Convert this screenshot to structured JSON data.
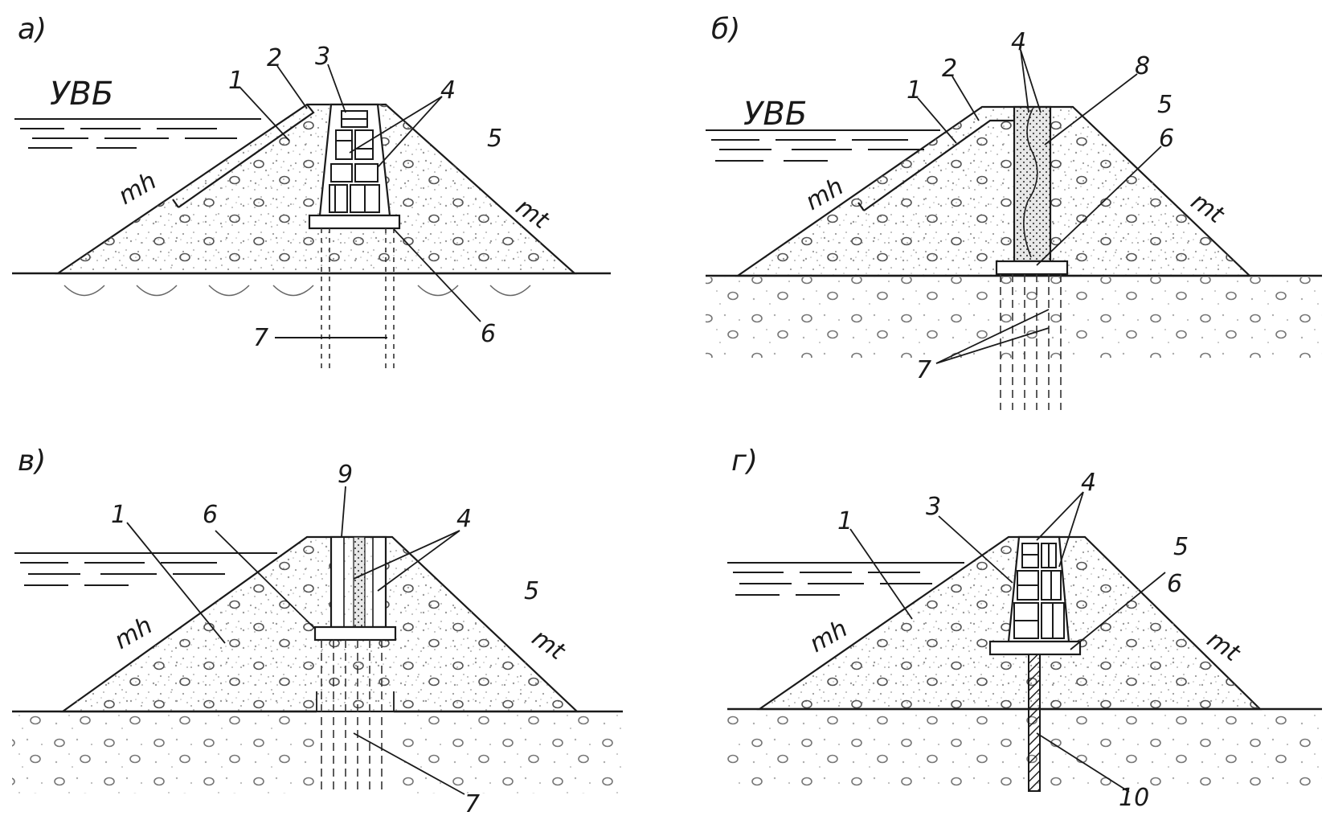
{
  "panels": [
    {
      "id": "a",
      "label": "а)",
      "water_label": "УВБ",
      "slope_up": "mh",
      "slope_down": "mt",
      "callouts": [
        "1",
        "2",
        "3",
        "4",
        "5",
        "6",
        "7"
      ]
    },
    {
      "id": "b",
      "label": "б)",
      "water_label": "УВБ",
      "slope_up": "mh",
      "slope_down": "mt",
      "callouts": [
        "1",
        "2",
        "4",
        "8",
        "5",
        "6",
        "7"
      ]
    },
    {
      "id": "v",
      "label": "в)",
      "slope_up": "mh",
      "slope_down": "mt",
      "callouts": [
        "1",
        "6",
        "9",
        "4",
        "5",
        "7"
      ]
    },
    {
      "id": "g",
      "label": "г)",
      "slope_up": "mh",
      "slope_down": "mt",
      "callouts": [
        "1",
        "3",
        "4",
        "5",
        "6",
        "10"
      ]
    }
  ],
  "colors": {
    "ink": "#1a1a1a",
    "fill_dots": "#9a9a9a",
    "background": "#ffffff"
  }
}
